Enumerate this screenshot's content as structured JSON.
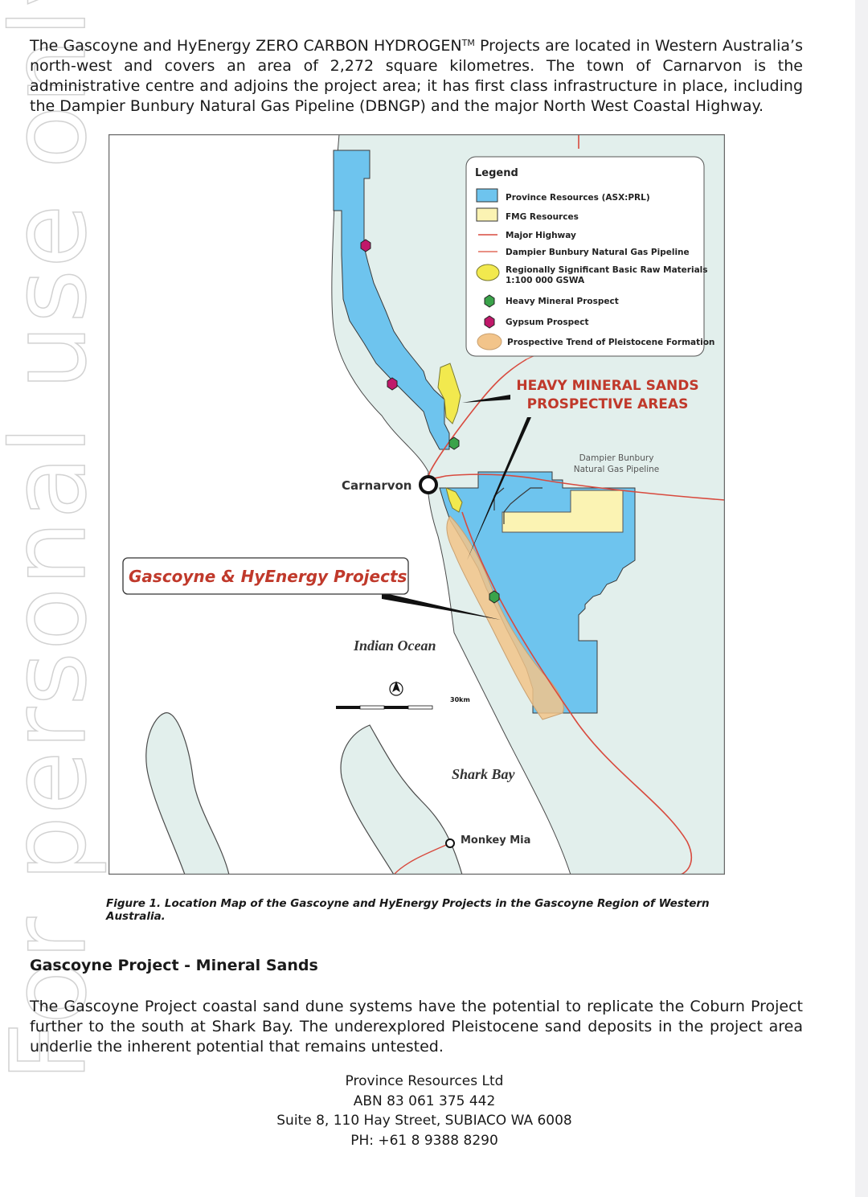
{
  "watermark": "For personal use only",
  "intro": {
    "before_tm": "The Gascoyne and HyEnergy ZERO CARBON HYDROGEN",
    "tm": "TM",
    "after_tm": " Projects are located in Western Australia’s north-west and covers an area of 2,272 square kilometres. The town of Carnarvon is the administrative centre and adjoins the project area; it has first class infrastructure in place, including the Dampier Bunbury Natural Gas Pipeline (DBNGP) and the major North West Coastal Highway."
  },
  "map": {
    "legend": {
      "title": "Legend",
      "items": [
        {
          "label": "Province Resources (ASX:PRL)",
          "symbol": "blue-box",
          "color": "#6ec4ee"
        },
        {
          "label": "FMG Resources",
          "symbol": "yellow-box",
          "color": "#fbf3b3"
        },
        {
          "label": "Major Highway",
          "symbol": "red-line",
          "color": "#d84a3e"
        },
        {
          "label": "Dampier Bunbury Natural Gas Pipeline",
          "symbol": "red-line",
          "color": "#e26b5c"
        },
        {
          "label": "Regionally Significant Basic Raw Materials",
          "label2": "1:100 000 GSWA",
          "symbol": "yellow-blob",
          "color": "#f2e94e"
        },
        {
          "label": "Heavy Mineral Prospect",
          "symbol": "green-hexagon",
          "color": "#3aa34a"
        },
        {
          "label": "Gypsum Prospect",
          "symbol": "magenta-hexagon",
          "color": "#c0186a"
        },
        {
          "label": "Prospective Trend of Pleistocene Formation",
          "symbol": "orange-blob",
          "color": "#f2c48a"
        }
      ]
    },
    "heavy_mineral_line1": "HEAVY MINERAL SANDS",
    "heavy_mineral_line2": "PROSPECTIVE AREAS",
    "pipeline_label_line1": "Dampier Bunbury",
    "pipeline_label_line2": "Natural Gas Pipeline",
    "town": "Carnarvon",
    "project_callout": "Gascoyne & HyEnergy Projects",
    "ocean": "Indian Ocean",
    "bay": "Shark Bay",
    "place": "Monkey Mia",
    "scale": "30km",
    "colors": {
      "land": "#e2efec",
      "sea": "#ffffff",
      "tenement": "#6ec4ee",
      "fmg": "#fbf3b3",
      "road": "#d84a3e",
      "text_red": "#c0392b"
    }
  },
  "caption": "Figure 1. Location Map of the Gascoyne and HyEnergy Projects in the Gascoyne Region of Western Australia.",
  "section_heading": "Gascoyne Project - Mineral Sands",
  "body": "The Gascoyne Project coastal sand dune systems have the potential to replicate the Coburn Project further to the south at Shark Bay. The underexplored Pleistocene sand deposits in the project area underlie the inherent potential that remains untested.",
  "footer": {
    "company": "Province Resources Ltd",
    "abn": "ABN 83 061 375 442",
    "address": "Suite 8, 110 Hay Street, SUBIACO WA 6008",
    "phone": "PH: +61 8 9388 8290"
  }
}
